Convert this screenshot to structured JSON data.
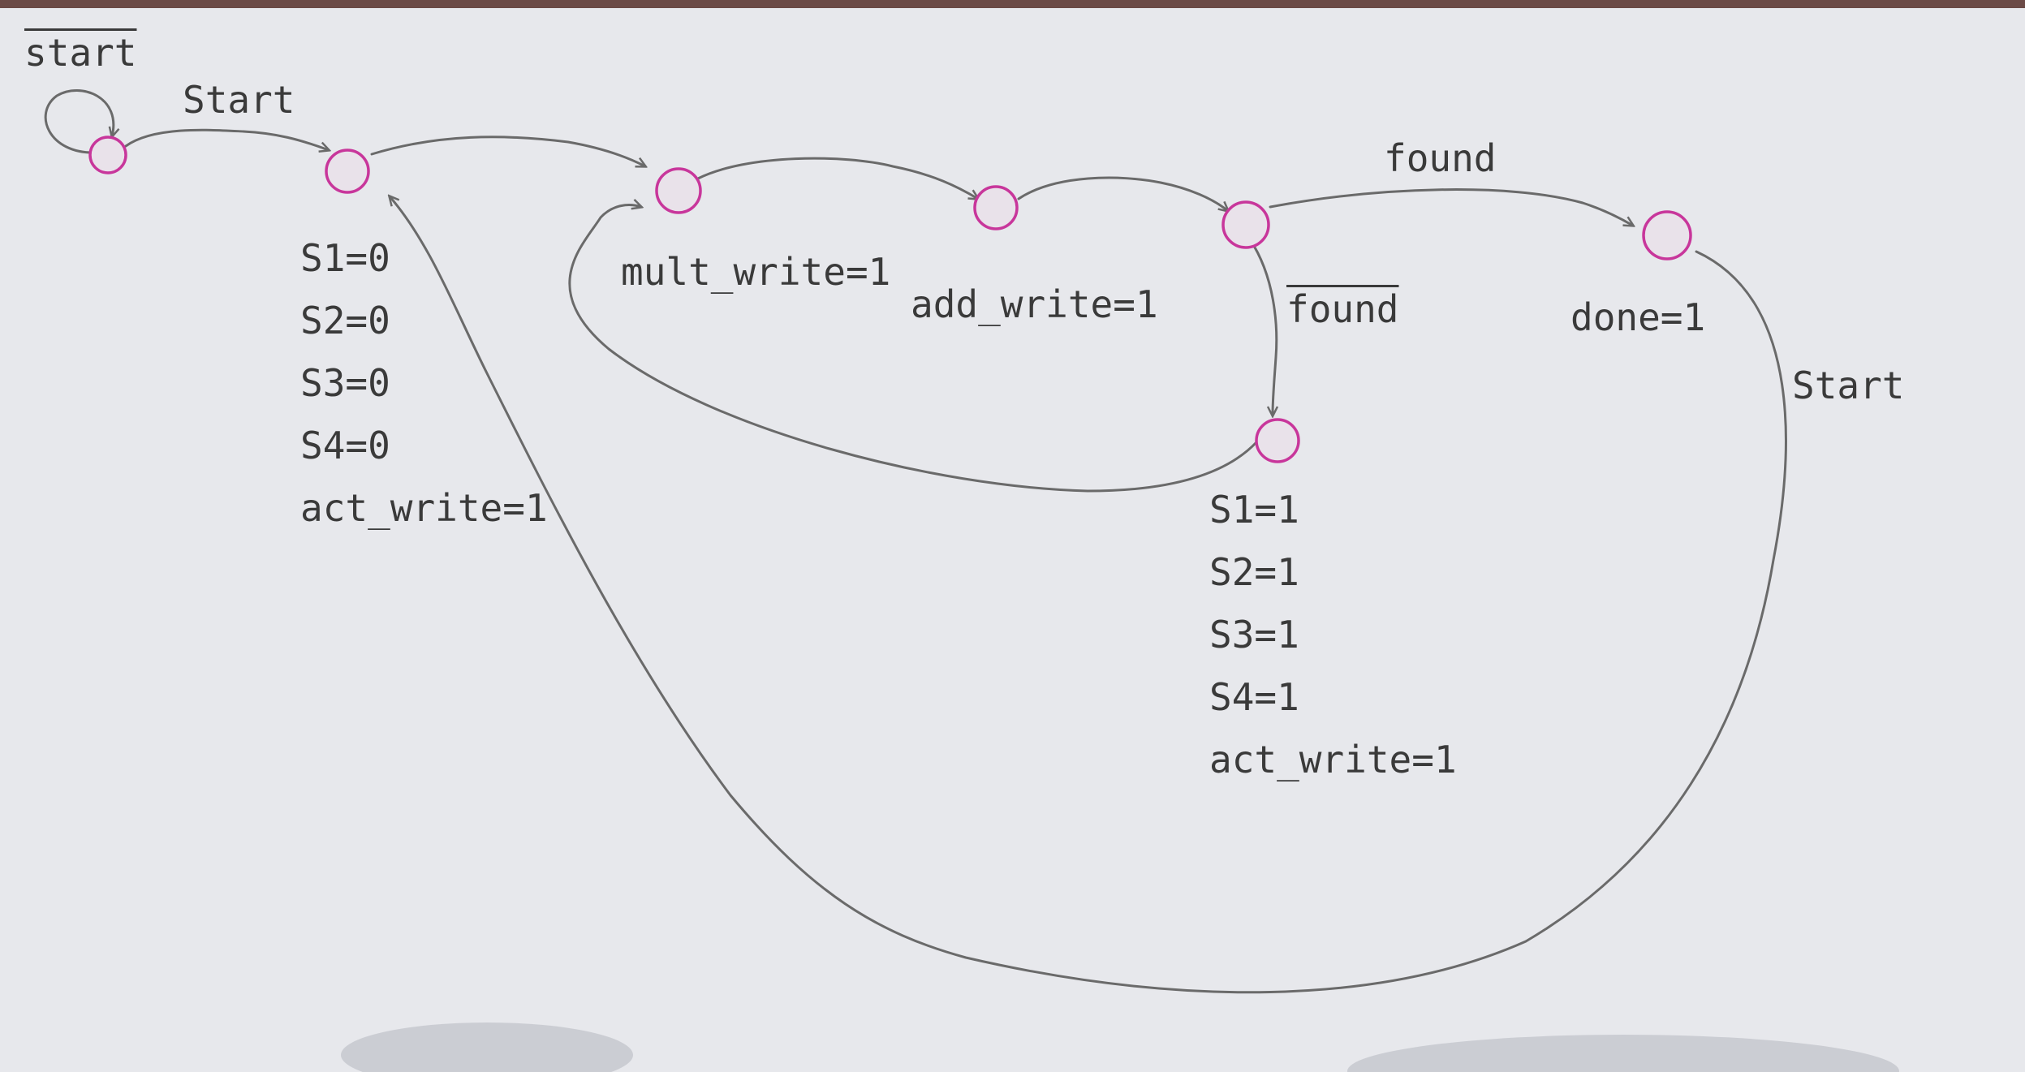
{
  "colors": {
    "paper": "#e7e8ec",
    "ink": "#6a6a6a",
    "state_ring": "#c8369b",
    "state_fill": "#e9e2ea"
  },
  "states": [
    {
      "id": "idle"
    },
    {
      "id": "init",
      "outputs": [
        "S1=0",
        "S2=0",
        "S3=0",
        "S4=0",
        "act_write=1"
      ]
    },
    {
      "id": "mult",
      "outputs": [
        "mult_write=1"
      ]
    },
    {
      "id": "add",
      "outputs": [
        "add_write=1"
      ]
    },
    {
      "id": "check"
    },
    {
      "id": "done",
      "outputs": [
        "done=1"
      ]
    },
    {
      "id": "update",
      "outputs": [
        "S1=1",
        "S2=1",
        "S3=1",
        "S4=1",
        "act_write=1"
      ]
    }
  ],
  "transitions": [
    {
      "from": "idle",
      "to": "idle",
      "label": "start",
      "negated": true
    },
    {
      "from": "idle",
      "to": "init",
      "label": "Start",
      "negated": false
    },
    {
      "from": "init",
      "to": "mult",
      "label": "",
      "negated": false
    },
    {
      "from": "mult",
      "to": "add",
      "label": "",
      "negated": false
    },
    {
      "from": "add",
      "to": "check",
      "label": "",
      "negated": false
    },
    {
      "from": "check",
      "to": "done",
      "label": "found",
      "negated": false
    },
    {
      "from": "check",
      "to": "update",
      "label": "found",
      "negated": true
    },
    {
      "from": "update",
      "to": "mult",
      "label": "",
      "negated": false
    },
    {
      "from": "done",
      "to": "init",
      "label": "Start",
      "negated": false
    }
  ]
}
